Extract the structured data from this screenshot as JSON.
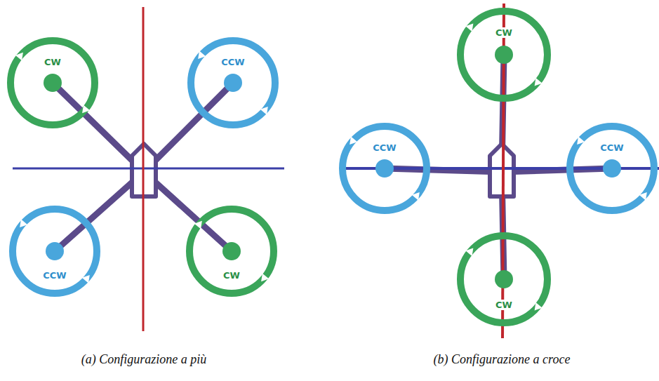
{
  "diagram": {
    "nodes": [
      {
        "text": [
          "CW"
        ]
      },
      {
        "text": [
          "CCW"
        ]
      },
      {
        "text": [
          "CCW"
        ]
      },
      {
        "text": [
          "CW"
        ]
      },
      {
        "text": [
          "CW"
        ]
      },
      {
        "text": [
          "CCW"
        ]
      },
      {
        "text": [
          "CCW"
        ]
      },
      {
        "text": [
          "CW"
        ]
      }
    ],
    "labels": [
      "(a) Configurazione a più",
      "(b) Configurazione a croce"
    ]
  }
}
